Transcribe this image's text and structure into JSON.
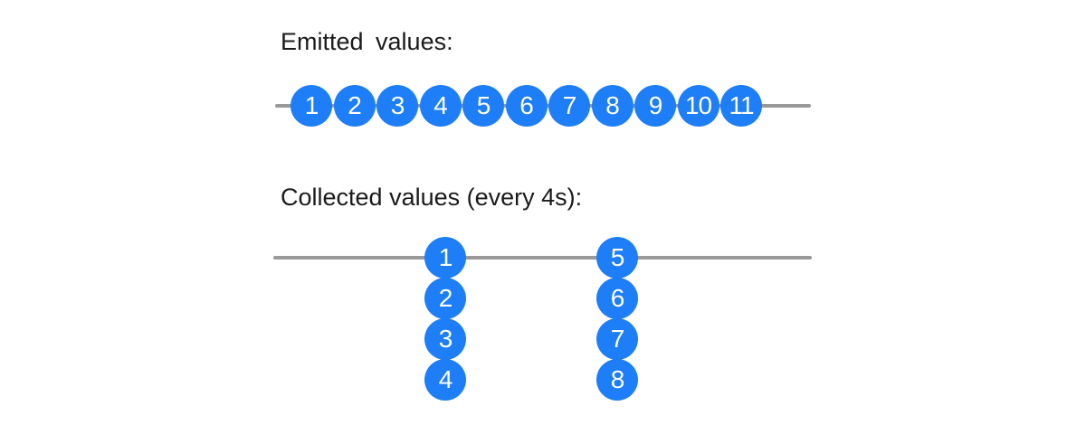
{
  "diagram": {
    "emitted": {
      "label": "Emitted values:",
      "values": [
        1,
        2,
        3,
        4,
        5,
        6,
        7,
        8,
        9,
        10,
        11
      ]
    },
    "collected": {
      "label": "Collected values (every 4s):",
      "interval_description": "every 4s",
      "groups": [
        {
          "values": [
            1,
            2,
            3,
            4
          ]
        },
        {
          "values": [
            5,
            6,
            7,
            8
          ]
        }
      ]
    },
    "colors": {
      "marble_fill": "#1e7ef7",
      "marble_text": "#ffffff",
      "timeline": "#999999",
      "label_text": "#1b1b1d",
      "background": "#ffffff"
    }
  }
}
